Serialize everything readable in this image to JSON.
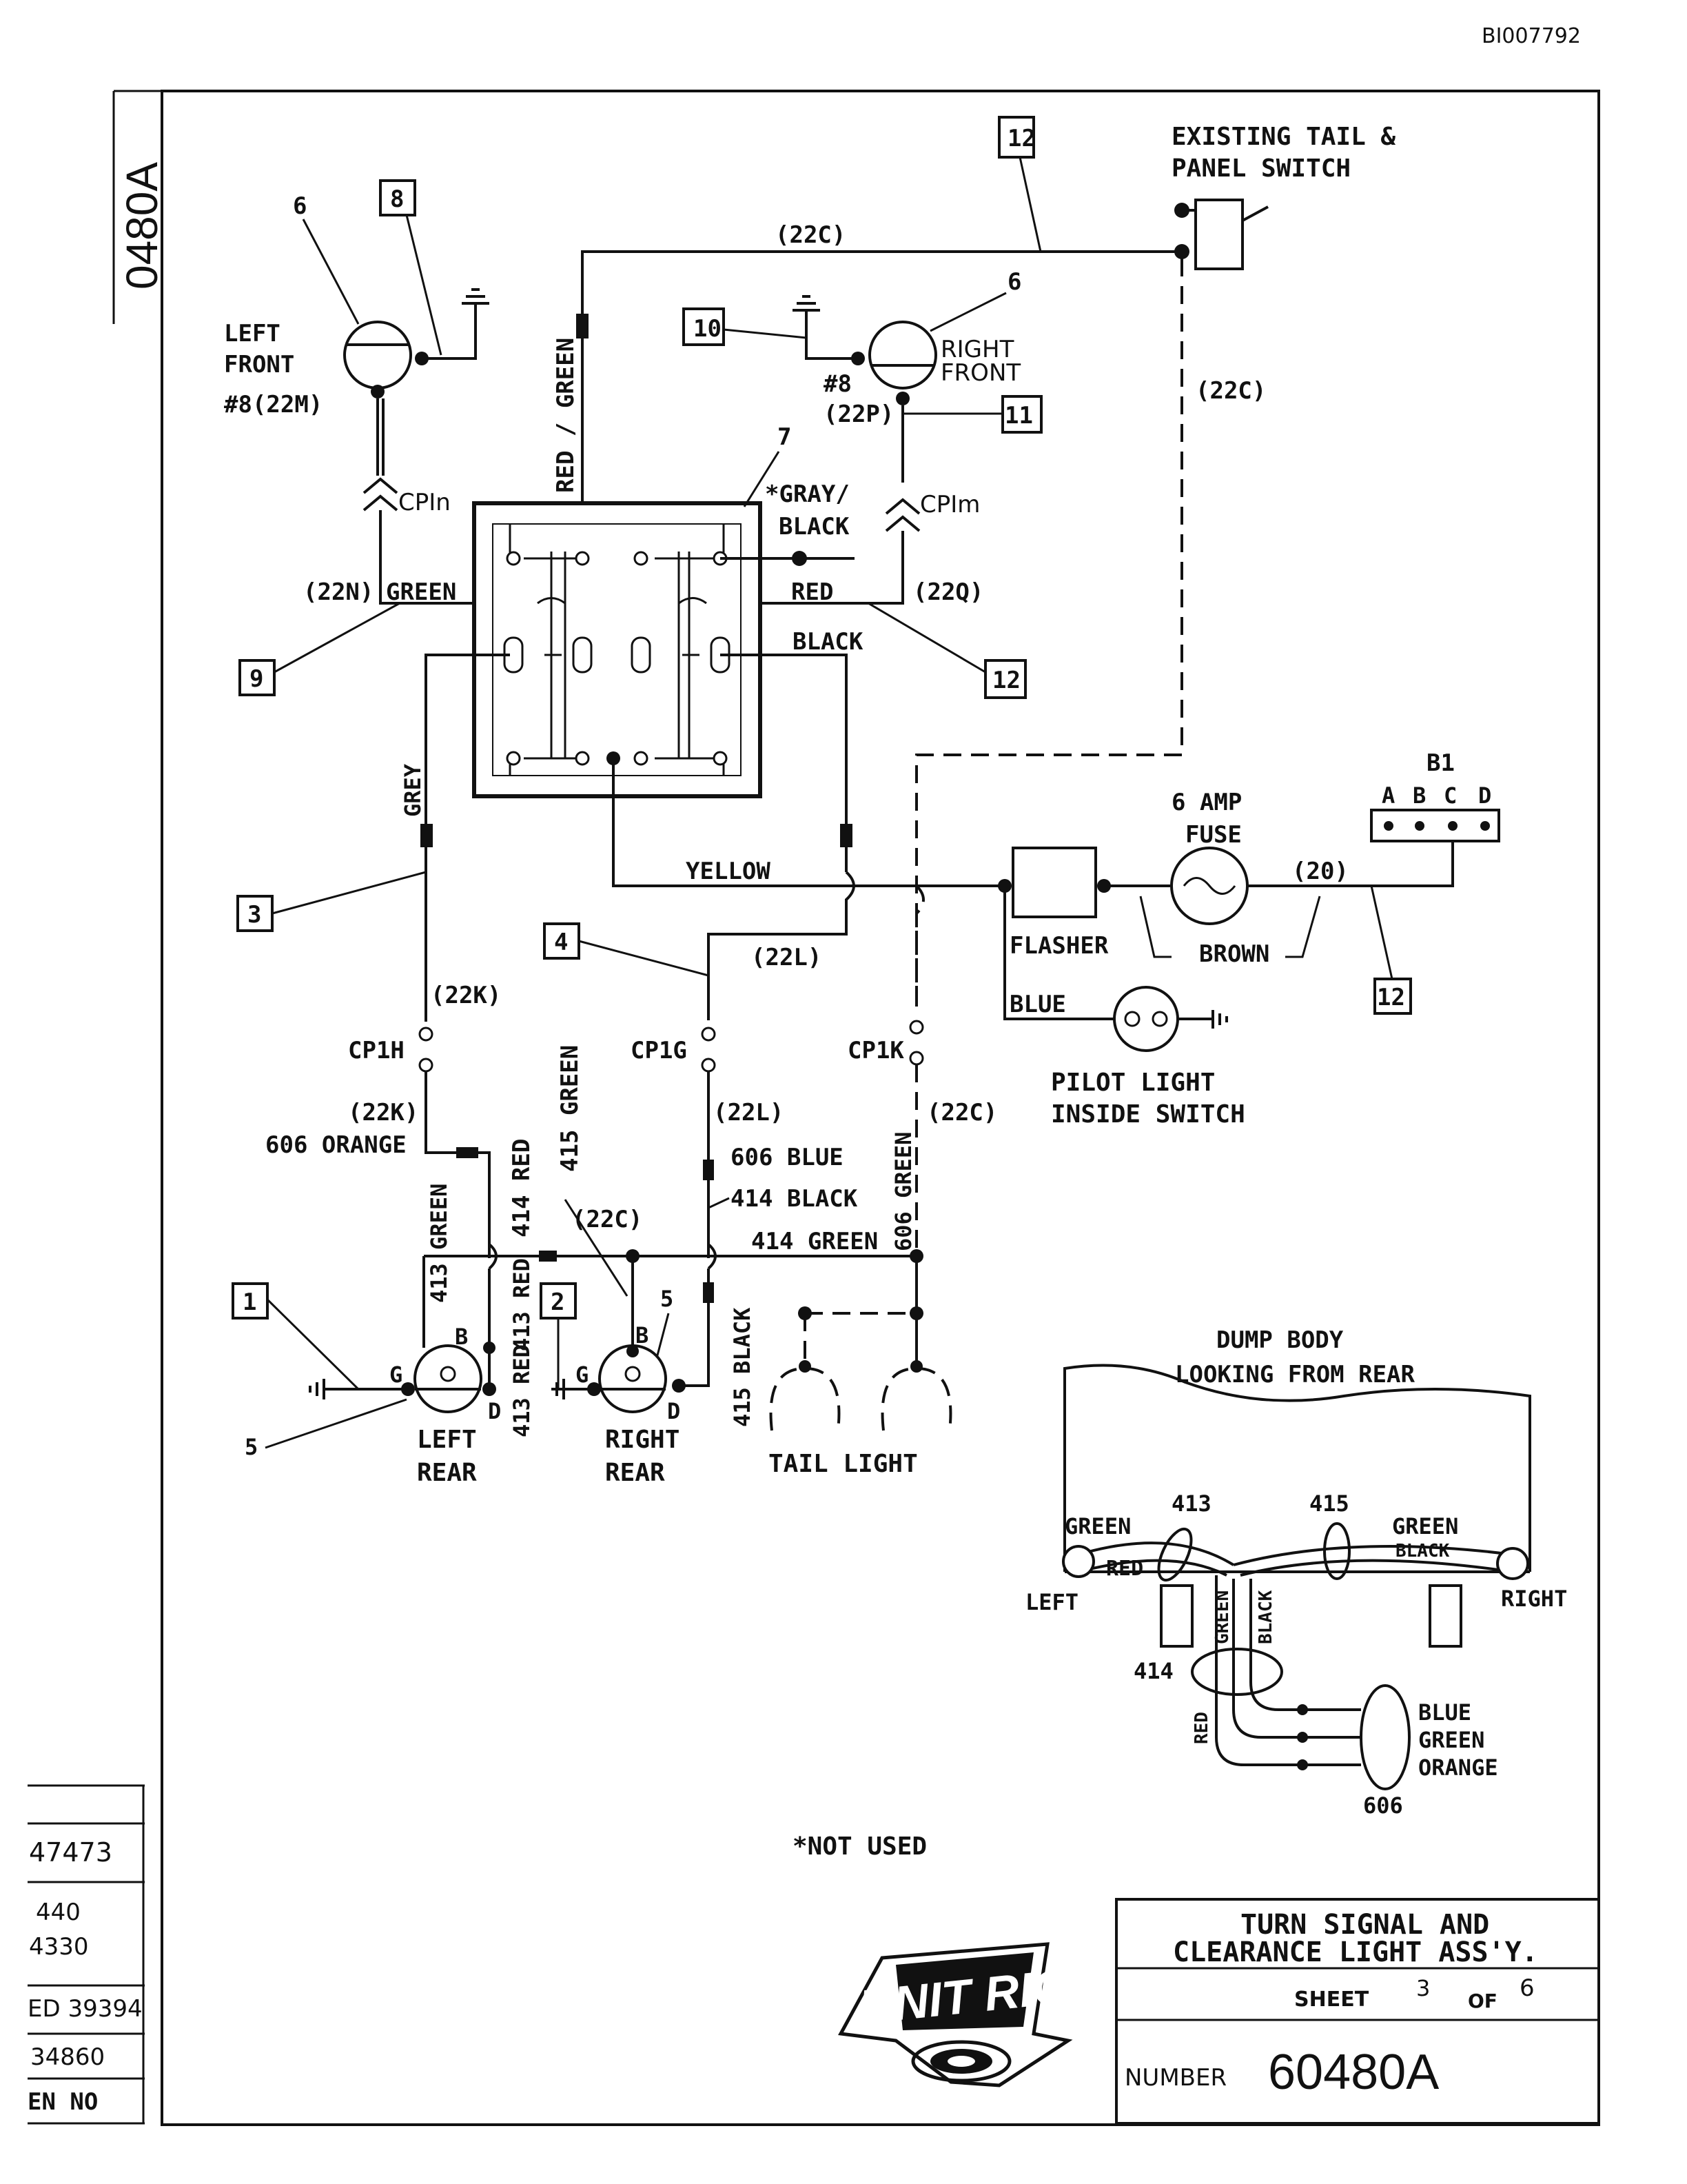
{
  "doc_id": "BI007792",
  "sheet_edge_number": "0480A",
  "components": {
    "tail_switch": "EXISTING TAIL &",
    "tail_switch_2": "PANEL SWITCH",
    "left_front": "LEFT",
    "left_front_2": "FRONT",
    "left_front_3": "#8(22M)",
    "right_front": "RIGHT",
    "right_front_2": "FRONT",
    "right_front_3": "#8",
    "right_front_4": "(22P)",
    "flasher": "FLASHER",
    "fuse": "6 AMP",
    "fuse_2": "FUSE",
    "pilot": "PILOT LIGHT",
    "pilot_2": "INSIDE SWITCH",
    "left_rear": "LEFT",
    "left_rear_2": "REAR",
    "right_rear": "RIGHT",
    "right_rear_2": "REAR",
    "tail_light": "TAIL LIGHT",
    "b1": "B1",
    "b1_terms": [
      "A",
      "B",
      "C",
      "D"
    ]
  },
  "wire_labels": {
    "w22c_top": "(22C)",
    "w22c_right": "(22C)",
    "red_green": "RED / GREEN",
    "gray_black": "*GRAY/",
    "gray_black_2": "BLACK",
    "cpin": "CPIn",
    "cpim": "CPIm",
    "w22n": "(22N)",
    "green": "GREEN",
    "red": "RED",
    "w22q": "(22Q)",
    "black": "BLACK",
    "grey": "GREY",
    "yellow": "YELLOW",
    "w22l": "(22L)",
    "w20": "(20)",
    "brown": "BROWN",
    "blue": "BLUE",
    "w22k": "(22K)",
    "cp1h": "CP1H",
    "cp1g": "CP1G",
    "cp1k": "CP1K",
    "w22k_2": "(22K)",
    "orange606": "606 ORANGE",
    "green415": "415 GREEN",
    "w22l_2": "(22L)",
    "w22c_3": "(22C)",
    "blue606": "606 BLUE",
    "black414": "414 BLACK",
    "green414": "414 GREEN",
    "green606": "606 GREEN",
    "red414": "414 RED",
    "green413": "413 GREEN",
    "w22c_4": "(22C)",
    "red413": "413 RED",
    "black415": "415 BLACK",
    "g1": "G",
    "b1x": "B",
    "d1": "D",
    "g2": "G",
    "b2": "B",
    "d2": "D"
  },
  "callouts": [
    "1",
    "2",
    "3",
    "4",
    "5",
    "6",
    "8",
    "9",
    "10",
    "11",
    "12"
  ],
  "callout_plain": {
    "six_a": "6",
    "six_b": "6",
    "seven": "7",
    "five_a": "5",
    "five_b": "5"
  },
  "dump_body": {
    "title": "DUMP BODY",
    "title_2": "LOOKING FROM REAR",
    "green_l": "GREEN",
    "red": "RED",
    "n413": "413",
    "n415": "415",
    "green_r": "GREEN",
    "black_r": "BLACK",
    "left": "LEFT",
    "right": "RIGHT",
    "n414": "414",
    "green_v": "GREEN",
    "black_v": "BLACK",
    "red_v": "RED",
    "blue": "BLUE",
    "green": "GREEN",
    "orange": "ORANGE",
    "n606": "606"
  },
  "not_used": "*NOT USED",
  "revision_block": [
    "47473",
    "440",
    "4330",
    "ED 39394",
    "34860",
    "EN NO"
  ],
  "title_block": {
    "title": "TURN SIGNAL AND",
    "title_2": "CLEARANCE LIGHT ASS'Y.",
    "sheet_label": "SHEET",
    "sheet": "3",
    "of_label": "OF",
    "of": "6",
    "number_label": "NUMBER",
    "number": "60480A",
    "logo": "UNIT RIG"
  }
}
